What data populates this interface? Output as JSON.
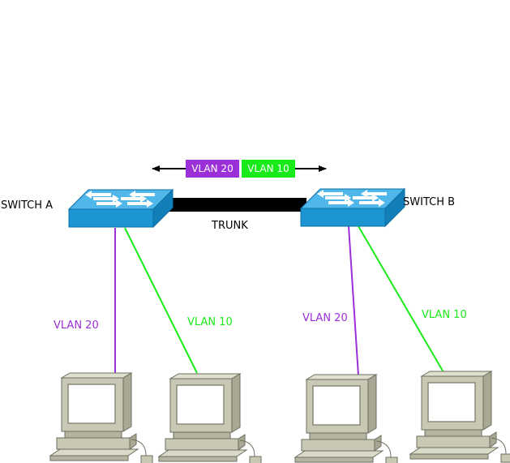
{
  "switches": [
    {
      "id": "a",
      "label": "SWITCH A"
    },
    {
      "id": "b",
      "label": "SWITCH B"
    }
  ],
  "trunk": {
    "label": "TRUNK"
  },
  "trunk_tags": [
    {
      "label": "VLAN 20",
      "color": "#9b30d9"
    },
    {
      "label": "VLAN 10",
      "color": "#19ea19"
    }
  ],
  "links": [
    {
      "switch": "a",
      "label": "VLAN 20",
      "color": "#9b30d9"
    },
    {
      "switch": "a",
      "label": "VLAN 10",
      "color": "#19ea19"
    },
    {
      "switch": "b",
      "label": "VLAN 20",
      "color": "#9b30d9"
    },
    {
      "switch": "b",
      "label": "VLAN 10",
      "color": "#19ea19"
    }
  ],
  "colors": {
    "switch_top": "#4fb7ea",
    "switch_front": "#1d95d2",
    "switch_side": "#137fb8",
    "trunk": "#000000",
    "computer": "#c8c8b4"
  }
}
